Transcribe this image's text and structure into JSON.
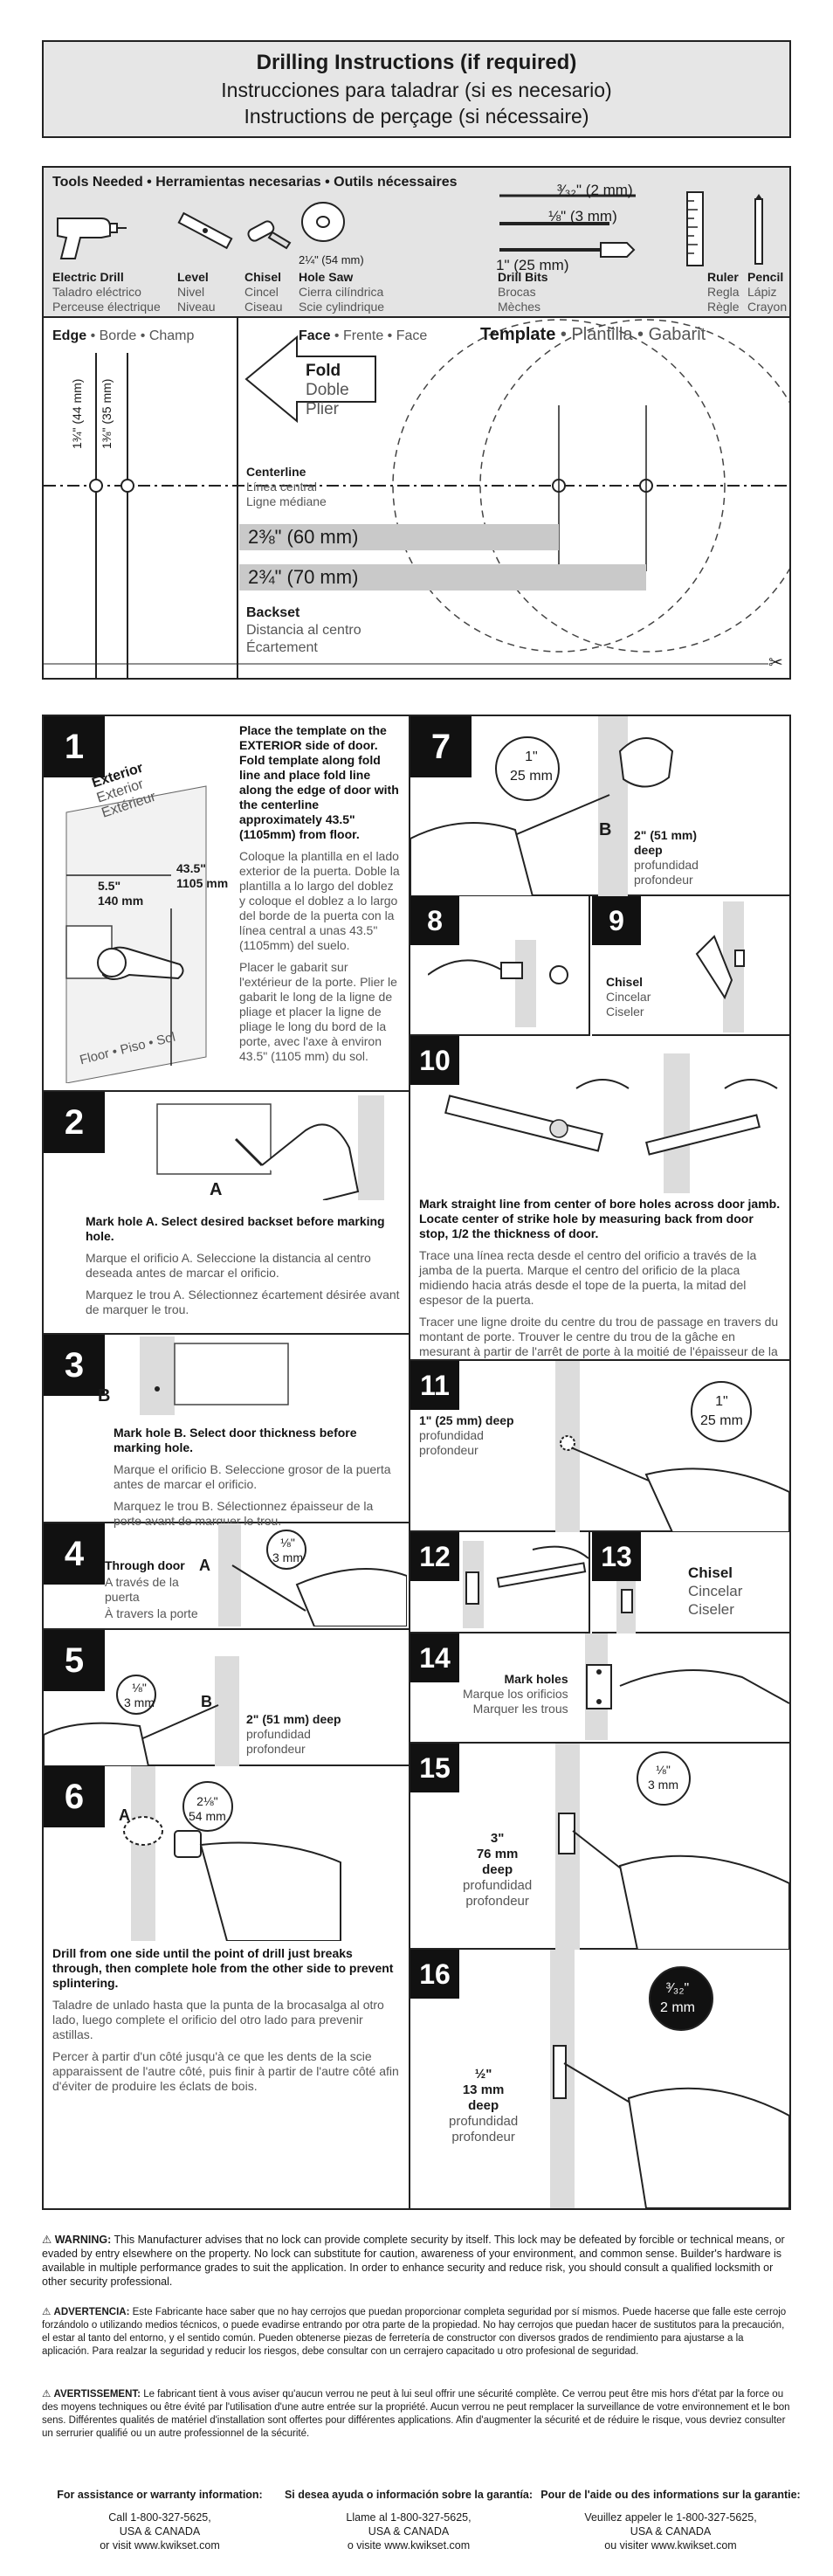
{
  "title": {
    "en": "Drilling Instructions (if required)",
    "es": "Instrucciones para taladrar (si es necesario)",
    "fr": "Instructions de perçage (si nécessaire)"
  },
  "tools": {
    "header": "Tools Needed • Herramientas necesarias • Outils nécessaires",
    "items": [
      {
        "en": "Electric Drill",
        "es": "Taladro eléctrico",
        "fr": "Perceuse électrique"
      },
      {
        "en": "Level",
        "es": "Nivel",
        "fr": "Niveau"
      },
      {
        "en": "Chisel",
        "es": "Cincel",
        "fr": "Ciseau"
      },
      {
        "en": "Hole Saw",
        "es": "Cierra cilíndrica",
        "fr": "Scie cylindrique",
        "size": "2¼\" (54 mm)"
      },
      {
        "en": "Drill Bits",
        "es": "Brocas",
        "fr": "Mèches"
      },
      {
        "en": "Ruler",
        "es": "Regla",
        "fr": "Règle"
      },
      {
        "en": "Pencil",
        "es": "Lápiz",
        "fr": "Crayon"
      }
    ],
    "bit_sizes": [
      "³⁄₃₂\" (2 mm)",
      "⅛\" (3 mm)",
      "1\" (25 mm)"
    ]
  },
  "template": {
    "edge": "Edge",
    "edge_alt": "• Borde • Champ",
    "face": "Face",
    "face_alt": "• Frente • Face",
    "template": "Template",
    "template_alt": "• Plantilla • Gabarit",
    "fold": [
      "Fold",
      "Doble",
      "Plier"
    ],
    "meas_44": "1¾\" (44 mm)",
    "meas_35": "1⅜\" (35 mm)",
    "centerline": [
      "Centerline",
      "Línea central",
      "Ligne médiane"
    ],
    "backset_60": "2⅜\" (60 mm)",
    "backset_70": "2¾\" (70 mm)",
    "backset": [
      "Backset",
      "Distancia al centro",
      "Écartement"
    ]
  },
  "steps": {
    "s1": {
      "num": "1",
      "en": "Place the template on the EXTERIOR side of door. Fold template along fold line and place fold line along the edge of door with the centerline approximately 43.5\" (1105mm) from floor.",
      "es": "Coloque la plantilla en el lado exterior de la puerta. Doble la plantilla a lo largo del doblez y coloque el doblez a lo largo del borde de la puerta con la línea central a unas 43.5\" (1105mm) del suelo.",
      "fr": "Placer le gabarit sur l'extérieur de la porte. Plier le gabarit le long de la ligne de pliage et placer la ligne de pliage le long du bord de la porte, avec l'axe à environ 43.5\" (1105 mm) du sol.",
      "exterior": [
        "Exterior",
        "Exterior",
        "Extérieur"
      ],
      "m1": "5.5\"",
      "m1b": "140 mm",
      "m2": "43.5\"",
      "m2b": "1105 mm",
      "floor": "Floor • Piso • Sol"
    },
    "s2": {
      "num": "2",
      "en": "Mark hole A. Select desired backset before marking hole.",
      "es": "Marque el orificio A. Seleccione la distancia al centro deseada antes de marcar el orificio.",
      "fr": "Marquez le trou A. Sélectionnez écartement désirée avant de marquer le trou.",
      "label": "A"
    },
    "s3": {
      "num": "3",
      "en": "Mark hole B. Select door thickness before marking hole.",
      "es": "Marque el orificio B. Seleccione grosor de la puerta antes de marcar el orificio.",
      "fr": "Marquez le trou B. Sélectionnez épaisseur de la porte avant de marquer le trou.",
      "label": "B"
    },
    "s4": {
      "num": "4",
      "en": "Through door",
      "es": "A través de la puerta",
      "fr": "À travers la porte",
      "label": "A",
      "size1": "⅛\"",
      "size2": "3 mm"
    },
    "s5": {
      "num": "5",
      "size1": "⅛\"",
      "size2": "3 mm",
      "label": "B",
      "depth_en": "2\" (51 mm) deep",
      "depth_es": "profundidad",
      "depth_fr": "profondeur"
    },
    "s6": {
      "num": "6",
      "label": "A",
      "size1": "2⅛\"",
      "size2": "54 mm",
      "en": "Drill from one side until the point of drill just breaks through, then complete hole from the other side to prevent splintering.",
      "es": "Taladre de unlado hasta que la punta de la brocasalga al otro lado, luego complete el orificio del otro lado para prevenir astillas.",
      "fr": "Percer à partir d'un côté jusqu'à ce que les dents de la scie apparaissent de l'autre côté, puis finir à partir de l'autre côté afin d'éviter de produire les éclats de bois."
    },
    "s7": {
      "num": "7",
      "size1": "1\"",
      "size2": "25 mm",
      "label": "B",
      "depth_en": "2\" (51 mm) deep",
      "depth_es": "profundidad",
      "depth_fr": "profondeur"
    },
    "s8": {
      "num": "8"
    },
    "s9": {
      "num": "9",
      "en": "Chisel",
      "es": "Cincelar",
      "fr": "Ciseler"
    },
    "s10": {
      "num": "10",
      "en": "Mark straight line from center of bore holes across door jamb. Locate center of strike hole by measuring back from door stop, 1/2 the thickness of door.",
      "es": "Trace una línea recta desde el centro del orificio a través de la jamba de la puerta. Marque el centro del orificio de la placa midiendo hacia atrás desde el tope de la puerta, la mitad del espesor de la puerta.",
      "fr": "Tracer une ligne droite du centre du trou de passage en travers du montant de porte. Trouver le centre du trou de la gâche en mesurant à partir de l'arrêt de porte à la moitié de l'épaisseur de la porte."
    },
    "s11": {
      "num": "11",
      "depth_en": "1\" (25 mm) deep",
      "depth_es": "profundidad",
      "depth_fr": "profondeur",
      "size1": "1\"",
      "size2": "25 mm"
    },
    "s12": {
      "num": "12"
    },
    "s13": {
      "num": "13",
      "en": "Chisel",
      "es": "Cincelar",
      "fr": "Ciseler"
    },
    "s14": {
      "num": "14",
      "en": "Mark holes",
      "es": "Marque los orificios",
      "fr": "Marquer les trous"
    },
    "s15": {
      "num": "15",
      "size1": "⅛\"",
      "size2": "3 mm",
      "depth_en": "3\"",
      "depth_en2": "76 mm",
      "depth_en3": "deep",
      "depth_es": "profundidad",
      "depth_fr": "profondeur"
    },
    "s16": {
      "num": "16",
      "size1": "³⁄₃₂\"",
      "size2": "2 mm",
      "depth_en": "½\"",
      "depth_en2": "13 mm",
      "depth_en3": "deep",
      "depth_es": "profundidad",
      "depth_fr": "profondeur"
    }
  },
  "warnings": {
    "en_label": "WARNING:",
    "en": "This Manufacturer advises that no lock can provide complete security by itself. This lock may be defeated by forcible or technical means, or evaded by entry elsewhere on the property. No lock can substitute for caution, awareness of your environment, and common sense. Builder's hardware is available in multiple performance grades to suit the application. In order to enhance security and reduce risk, you should consult a qualified locksmith or other security professional.",
    "es_label": "ADVERTENCIA:",
    "es": "Este Fabricante hace saber que no hay cerrojos que puedan proporcionar completa seguridad por sí mismos. Puede hacerse que falle este cerrojo forzándolo o utilizando medios técnicos, o puede evadirse entrando por otra parte de la propiedad. No hay cerrojos que puedan hacer de sustitutos para la precaución, el estar al tanto del entorno, y el sentido común. Pueden obtenerse piezas de ferretería de constructor con diversos grados de rendimiento para ajustarse a la aplicación. Para realzar la seguridad y reducir los riesgos, debe consultar con un cerrajero capacitado u otro profesional de seguridad.",
    "fr_label": "AVERTISSEMENT:",
    "fr": "Le fabricant tient à vous aviser qu'aucun verrou ne peut à lui seul offrir une sécurité complète. Ce verrou peut être mis hors d'état par la force ou des moyens techniques ou être évité par l'utilisation d'une autre entrée sur la propriété. Aucun verrou ne peut remplacer la surveillance de votre environnement et le bon sens. Différentes qualités de matériel d'installation sont offertes pour différentes applications. Afin d'augmenter la sécurité et de réduire le risque, vous devriez consulter un serrurier qualifié ou un autre professionnel de la sécurité."
  },
  "contact": {
    "en_title": "For assistance or warranty information:",
    "en_phone": "Call 1-800-327-5625,",
    "en_region": "USA & CANADA",
    "en_web": "or visit www.kwikset.com",
    "es_title": "Si desea ayuda o información sobre la garantía:",
    "es_phone": "Llame al 1-800-327-5625,",
    "es_region": "USA & CANADA",
    "es_web": "o visite www.kwikset.com",
    "fr_title": "Pour de l'aide ou des informations sur la garantie:",
    "fr_phone": "Veuillez appeler le 1-800-327-5625,",
    "fr_region": "USA & CANADA",
    "fr_web": "ou visiter www.kwikset.com"
  }
}
